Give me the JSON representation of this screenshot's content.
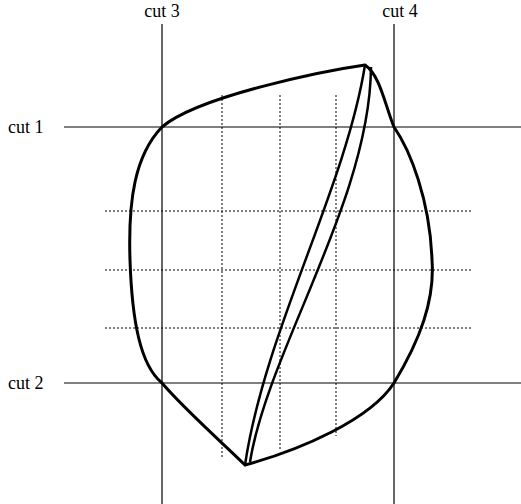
{
  "diagram": {
    "labels": [
      "cut 3",
      "cut 4",
      "cut 1",
      "cut 2"
    ]
  }
}
